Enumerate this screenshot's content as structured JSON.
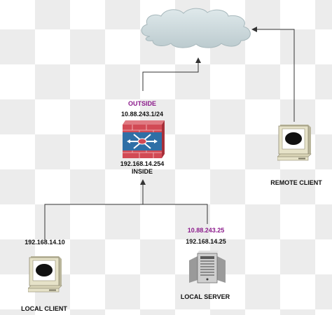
{
  "firewall": {
    "outside_label": "OUTSIDE",
    "outside_ip": "10.88.243.1/24",
    "inside_ip": "192.168.14.254",
    "inside_label": "INSIDE"
  },
  "remote_client": {
    "label": "REMOTE CLIENT"
  },
  "local_client": {
    "label": "LOCAL CLIENT",
    "ip": "192.168.14.10"
  },
  "local_server": {
    "label": "LOCAL SERVER",
    "public_ip": "10.88.243.25",
    "ip": "192.168.14.25"
  },
  "colors": {
    "cloud_fill": "#cfdcdf",
    "firewall_red": "#d24a55",
    "firewall_blue": "#2f6fa6",
    "computer_beige": "#e6e2c8",
    "accent_purple": "#8b1a8b",
    "link_line": "#333333"
  }
}
